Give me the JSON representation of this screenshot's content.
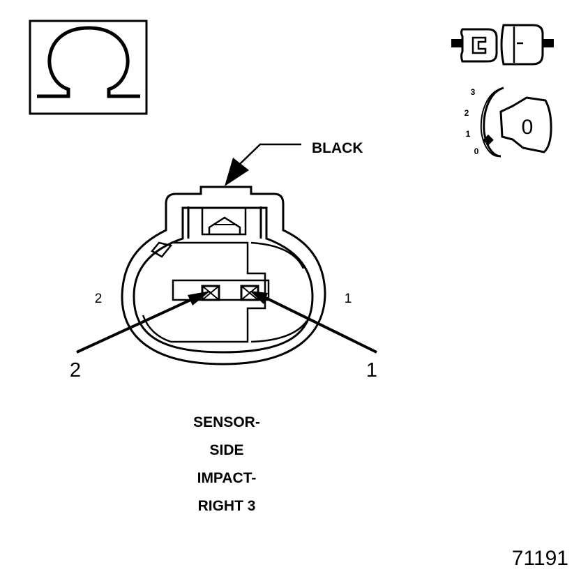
{
  "legend": {
    "ohm_symbol": "Ω",
    "connector_icon": "connector-disconnected-icon",
    "ignition_icon": "ignition-key-off-icon",
    "ignition_positions": [
      "3",
      "2",
      "1",
      "0"
    ],
    "key_position": "0"
  },
  "connector": {
    "color_label": "BLACK",
    "face_cavity_labels": {
      "left": "2",
      "right": "1"
    },
    "callouts": {
      "left": "2",
      "right": "1"
    }
  },
  "caption": [
    "SENSOR-",
    "SIDE",
    "IMPACT-",
    "RIGHT 3"
  ],
  "figure_number": "71191"
}
